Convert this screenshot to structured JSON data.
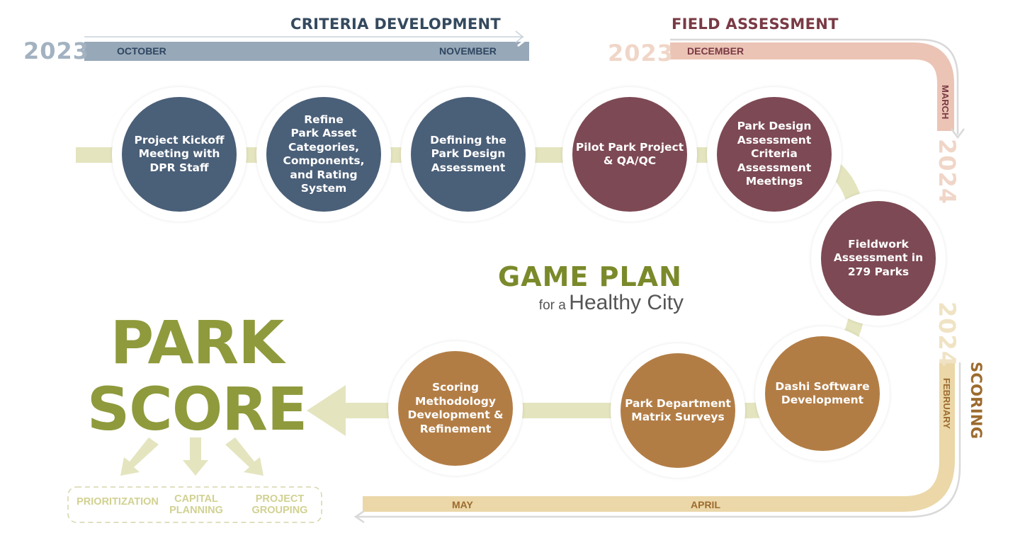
{
  "phases": {
    "criteria": {
      "title": "CRITERIA DEVELOPMENT",
      "year": "2023",
      "months": [
        "OCTOBER",
        "NOVEMBER"
      ]
    },
    "field": {
      "title": "FIELD ASSESSMENT",
      "year": "2023",
      "months": [
        "DECEMBER",
        "MARCH"
      ],
      "end_year": "2024"
    },
    "scoring": {
      "title": "SCORING",
      "year": "2024",
      "months": [
        "FEBRUARY",
        "APRIL",
        "MAY"
      ]
    }
  },
  "steps": [
    {
      "label": "Project Kickoff\nMeeting with\nDPR Staff"
    },
    {
      "label": "Refine\nPark Asset\nCategories,\nComponents,\nand Rating\nSystem"
    },
    {
      "label": "Defining the\nPark Design\nAssessment"
    },
    {
      "label": "Pilot Park Project\n& QA/QC"
    },
    {
      "label": "Park Design\nAssessment\nCriteria\nAssessment\nMeetings"
    },
    {
      "label": "Fieldwork\nAssessment in\n279 Parks"
    },
    {
      "label": "Dashi Software\nDevelopment"
    },
    {
      "label": "Park Department\nMatrix Surveys"
    },
    {
      "label": "Scoring\nMethodology\nDevelopment &\nRefinement"
    }
  ],
  "logo": {
    "line1": "GAME PLAN",
    "prefix": "for a",
    "line2": "Healthy City"
  },
  "park_score": {
    "line1": "PARK",
    "line2": "SCORE"
  },
  "outcomes": [
    "PRIORITIZATION",
    "CAPITAL\nPLANNING",
    "PROJECT\nGROUPING"
  ],
  "colors": {
    "criteria": "#4a5f78",
    "field": "#7d4954",
    "scoring": "#b27d45",
    "path": "#e4e5bf",
    "park_score": "#8f9a3c"
  }
}
